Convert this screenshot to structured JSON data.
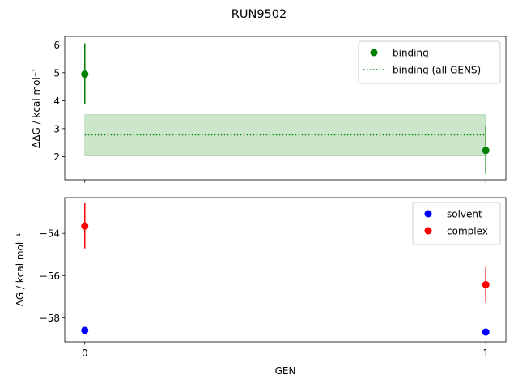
{
  "chart_data": [
    {
      "type": "scatter",
      "suptitle": "RUN9502",
      "ylabel": "ΔΔG / kcal mol⁻¹",
      "xlabel": "",
      "xlim": [
        -0.05,
        1.05
      ],
      "ylim": [
        1.17,
        6.3
      ],
      "yticks": [
        2,
        3,
        4,
        5,
        6
      ],
      "xticks": [
        0,
        1
      ],
      "grid": false,
      "legend": "top-right",
      "series": [
        {
          "name": "binding",
          "kind": "errorbar",
          "color": "#008000",
          "x": [
            0,
            1
          ],
          "y": [
            4.95,
            2.22
          ],
          "yerr_low": [
            3.88,
            1.37
          ],
          "yerr_high": [
            6.05,
            3.1
          ]
        },
        {
          "name": "binding (all GENS)",
          "kind": "line-dotted",
          "color": "#008000",
          "x": [
            0,
            1
          ],
          "y": [
            2.78,
            2.78
          ],
          "band_low": 2.04,
          "band_high": 3.5
        }
      ]
    },
    {
      "type": "scatter",
      "ylabel": "ΔG / kcal mol⁻¹",
      "xlabel": "GEN",
      "xlim": [
        -0.05,
        1.05
      ],
      "ylim": [
        -59.14,
        -52.3
      ],
      "yticks": [
        -54,
        -56,
        -58
      ],
      "ytick_labels": [
        "−54",
        "−56",
        "−58"
      ],
      "xticks": [
        0,
        1
      ],
      "xtick_labels": [
        "0",
        "1"
      ],
      "grid": false,
      "legend": "top-right",
      "series": [
        {
          "name": "solvent",
          "kind": "errorbar",
          "color": "#0000ff",
          "x": [
            0,
            1
          ],
          "y": [
            -58.6,
            -58.68
          ],
          "yerr_low": [
            -58.7,
            -58.78
          ],
          "yerr_high": [
            -58.5,
            -58.58
          ]
        },
        {
          "name": "complex",
          "kind": "errorbar",
          "color": "#ff0000",
          "x": [
            0,
            1
          ],
          "y": [
            -53.65,
            -56.43
          ],
          "yerr_low": [
            -54.71,
            -57.27
          ],
          "yerr_high": [
            -52.57,
            -55.6
          ]
        }
      ]
    }
  ]
}
